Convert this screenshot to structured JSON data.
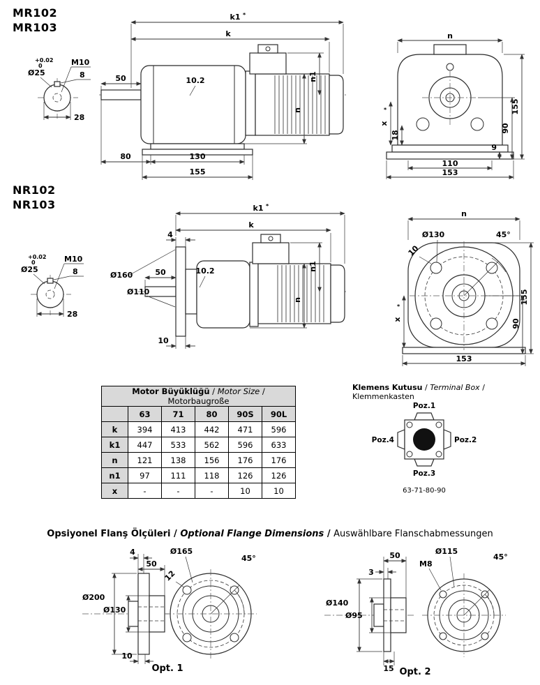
{
  "misc": {
    "slash": " / ",
    "star": "*"
  },
  "titles": {
    "mr1": "MR102",
    "mr2": "MR103",
    "nr1": "NR102",
    "nr2": "NR103"
  },
  "shaft_detail": {
    "tol_top": "+0.02",
    "tol_bottom": "0",
    "dia": "Ø25",
    "thread": "M10",
    "key_width": "8",
    "across": "28"
  },
  "mr_side": {
    "k1": "k1",
    "k": "k",
    "d50": "50",
    "d102": "10.2",
    "n1": "n1",
    "n": "n",
    "d80": "80",
    "d130": "130",
    "d155": "155"
  },
  "mr_end": {
    "n": "n",
    "d18": "18",
    "x": "x",
    "d155": "155",
    "d90": "90",
    "d9": "9",
    "d110": "110",
    "d153": "153"
  },
  "nr_side": {
    "k1": "k1",
    "k": "k",
    "d4": "4",
    "d50": "50",
    "d102": "10.2",
    "n1": "n1",
    "n": "n",
    "d160": "Ø160",
    "d110": "Ø110",
    "d10": "10"
  },
  "nr_end": {
    "n": "n",
    "d130": "Ø130",
    "a45": "45°",
    "d10": "10",
    "x": "x",
    "d155": "155",
    "d90": "90",
    "d153": "153"
  },
  "table": {
    "title_tr": "Motor Büyüklüğü",
    "title_en": "Motor Size",
    "title_de": "Motorbaugroße",
    "columns": [
      "63",
      "71",
      "80",
      "90S",
      "90L"
    ],
    "rows": [
      {
        "label": "k",
        "values": [
          "394",
          "413",
          "442",
          "471",
          "596"
        ]
      },
      {
        "label": "k1",
        "values": [
          "447",
          "533",
          "562",
          "596",
          "633"
        ]
      },
      {
        "label": "n",
        "values": [
          "121",
          "138",
          "156",
          "176",
          "176"
        ]
      },
      {
        "label": "n1",
        "values": [
          "97",
          "111",
          "118",
          "126",
          "126"
        ]
      },
      {
        "label": "x",
        "values": [
          "-",
          "-",
          "-",
          "10",
          "10"
        ]
      }
    ]
  },
  "terminal_box": {
    "title_tr": "Klemens Kutusu",
    "title_en": "Terminal Box",
    "title_de": "Klemmenkasten",
    "poz1": "Poz.1",
    "poz2": "Poz.2",
    "poz3": "Poz.3",
    "poz4": "Poz.4",
    "sizes": "63-71-80-90"
  },
  "flange": {
    "title_tr": "Opsiyonel Flanş Ölçüleri",
    "title_en": "Optional Flange Dimensions",
    "title_de": "Auswählbare Flanschabmessungen",
    "opt1": {
      "label": "Opt. 1",
      "d4": "4",
      "d50": "50",
      "d200": "Ø200",
      "d130": "Ø130",
      "d10": "10",
      "d165": "Ø165",
      "d12": "12",
      "a45": "45°"
    },
    "opt2": {
      "label": "Opt. 2",
      "d50": "50",
      "d3": "3",
      "d140": "Ø140",
      "d95": "Ø95",
      "d15": "15",
      "d115": "Ø115",
      "m8": "M8",
      "a45": "45°"
    }
  }
}
